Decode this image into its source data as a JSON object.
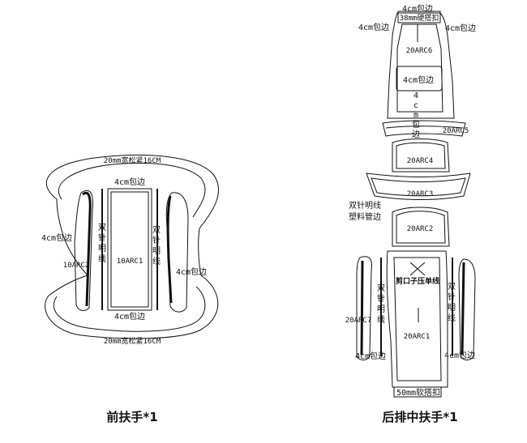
{
  "front": {
    "caption": "前扶手*1",
    "elastic_top": "20mm宽松紧16CM",
    "elastic_bottom": "20mm宽松紧16CM",
    "hem_top": "4cm包边",
    "hem_bottom": "4cm包边",
    "hem_left": "4cm包边",
    "hem_right": "4cm包边",
    "left_part_code": "10ARC2",
    "center_part_code": "10ARC1",
    "stitch_left": "双针明线",
    "stitch_right": "双针明线"
  },
  "rear": {
    "caption": "后排中扶手*1",
    "hem_top": "4cm包边",
    "strap_top": "38mm硬搭扣",
    "hem_top_left": "4cm包边",
    "hem_top_right": "4cm包边",
    "arc6": "20ARC6",
    "hem_inner": "4cm包边",
    "hem_vertical": "4cm包边",
    "arc5": "20ARC5",
    "arc4": "20ARC4",
    "arc3": "20ARC3",
    "stitch_note_line1": "双针明线",
    "stitch_note_line2": "塑料管边",
    "arc2": "20ARC2",
    "cut_note": "剪口子压单线",
    "stitch_left": "双针明线",
    "stitch_right": "双针明线",
    "arc7": "20ARC7",
    "arc1": "20ARC1",
    "hem_bottom_left": "4cm包边",
    "hem_bottom_right": "4cm包边",
    "strap_bottom": "50mm软搭扣"
  }
}
